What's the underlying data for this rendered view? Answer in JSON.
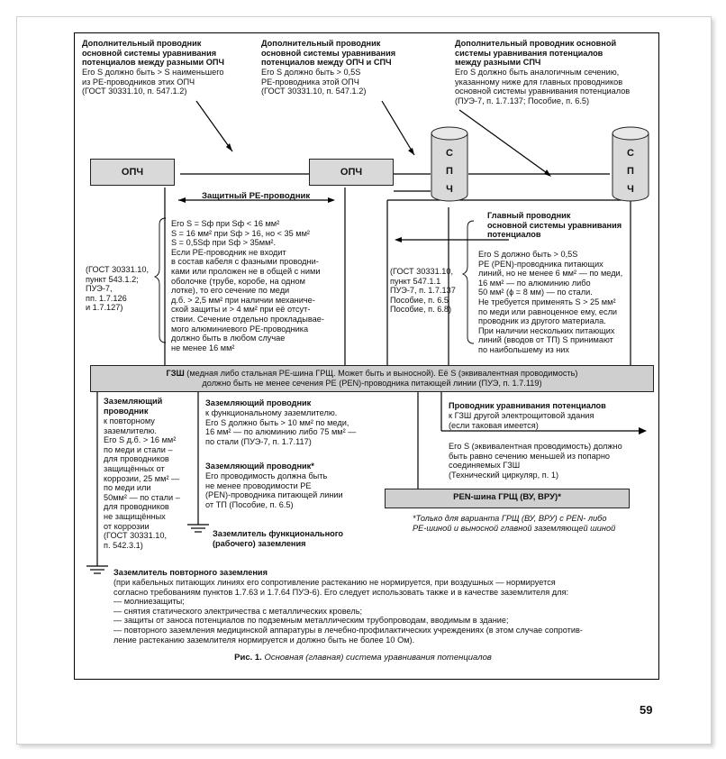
{
  "col1": {
    "head": [
      "Дополнительный проводник",
      "основной системы уравнивания",
      "потенциалов между разными ОПЧ"
    ],
    "body": [
      "Его S должно быть > S наименьшего",
      "из PE-проводников этих ОПЧ",
      "(ГОСТ 30331.10, п. 547.1.2)"
    ]
  },
  "col2": {
    "head": [
      "Дополнительный проводник",
      "основной системы уравнивания",
      "потенциалов между ОПЧ и СПЧ"
    ],
    "body": [
      "Его S должно быть > 0,5S",
      "PE-проводника этой ОПЧ",
      "(ГОСТ 30331.10, п. 547.1.2)"
    ]
  },
  "col3": {
    "head": [
      "Дополнительный проводник основной",
      "системы уравнивания потенциалов",
      "между разными СПЧ"
    ],
    "body": [
      "Его S должно быть аналогичным сечению,",
      "указанному ниже для главных проводников",
      "основной системы уравнивания потенциалов",
      "(ПУЭ-7, п. 1.7.137; Пособие, п. 6.5)"
    ]
  },
  "opch_label": "ОПЧ",
  "spch_label": [
    "С",
    "П",
    "Ч"
  ],
  "pe_label": "Защитный PE-проводник",
  "gost_left": [
    "(ГОСТ 30331.10,",
    "пункт 543.1.2;",
    "ПУЭ-7,",
    "пп. 1.7.126",
    "и 1.7.127)"
  ],
  "pe_rules": [
    "Его S = Sф при Sф < 16 мм²",
    "S = 16 мм² при Sф > 16, но < 35 мм²",
    "S = 0,5Sф при Sф > 35мм².",
    "Если PE-проводник не входит",
    "в состав кабеля с фазными проводни-",
    "ками или проложен не в общей с ними",
    "оболочке (трубе, коробе,  на одном",
    "лотке), то его сечение по меди",
    "д.б. > 2,5 мм² при наличии механиче-",
    "ской защиты и > 4 мм² при её отсут-",
    "ствии. Сечение отдельно прокладывае-",
    "мого алюминиевого PE-проводника",
    "должно быть в любом случае",
    "не менее 16 мм²"
  ],
  "gost_mid": [
    "(ГОСТ 30331.10,",
    "пункт 547.1.1",
    "ПУЭ-7, п. 1.7.137",
    "Пособие, п. 6.5",
    "Пособие, п. 6.8)"
  ],
  "main_head": [
    "Главный проводник",
    "основной системы уравнивания",
    "потенциалов"
  ],
  "main_body": [
    "Его S должно быть > 0,5S",
    "PE (PEN)-проводника питающих",
    "линий, но не менее 6 мм² — по меди,",
    "16 мм² — по алюминию либо",
    "50 мм² (ϕ = 8 мм) — по стали.",
    "Не требуется применять S > 25 мм²",
    "по меди или равноценное ему, если",
    "проводник из другого материала.",
    "При наличии нескольких питающих",
    "линий (вводов от ТП) S принимают",
    "по наибольшему из них"
  ],
  "gzsh": {
    "line1_bold": "ГЗШ",
    "line1": " (медная либо стальная PE-шина ГРЩ. Может быть и выносной). Её S (эквивалентная проводимость)",
    "line2": "должно быть не менее сечения PE (PEN)-проводника  питающей линии (ПУЭ, п. 1.7.119)"
  },
  "ground_cond": {
    "head": [
      "Заземляющий",
      "проводник"
    ],
    "body": [
      "к повторному",
      "заземлителю.",
      "Его S д.б. > 16 мм²",
      "по меди и стали –",
      "для проводников",
      "защищённых от",
      "коррозии, 25 мм² —",
      "по меди или",
      "50мм² — по стали –",
      "для проводников",
      "не защищённых",
      "от коррозии",
      "(ГОСТ 30331.10,",
      "п. 542.3.1)"
    ]
  },
  "func_cond": {
    "head": "Заземляющий проводник",
    "body": [
      "к функциональному заземлителю.",
      "Его S должно быть > 10 мм² по меди,",
      "16 мм² — по алюминию либо 75 мм² —",
      "по стали (ПУЭ-7, п. 1.7.117)"
    ],
    "head2": "Заземляющий проводник*",
    "body2": [
      "Его проводимость должна быть",
      "не менее проводимости PE",
      "(PEN)-проводника питающей линии",
      "от ТП (Пособие, п. 6.5)"
    ]
  },
  "func_earth": [
    "Заземлитель функционального",
    "(рабочего) заземления"
  ],
  "equal_cond": {
    "head": "Проводник уравнивания потенциалов",
    "body": [
      "к ГЗШ другой электрощитовой здания",
      "(если таковая имеется)"
    ],
    "body2": [
      "Его S (эквивалентная проводимость) должно",
      "быть равно сечению меньшей из попарно",
      "соединяемых ГЗШ",
      "(Технический циркуляр, п. 1)"
    ]
  },
  "pen_bar": "PEN-шина  ГРЩ (ВУ, ВРУ)*",
  "footnote": [
    "*Только для варианта ГРЩ (ВУ, ВРУ)  с PEN- либо",
    "PE-шиной и выносной главной заземляющей шиной"
  ],
  "repeat_earth": {
    "head": "Заземлитель повторного заземления",
    "body": [
      "(при кабельных питающих линиях его сопротивление растеканию не нормируется, при воздушных — нормируется",
      "согласно требованиям пунктов 1.7.63 и 1.7.64 ПУЭ-6). Его следует использовать также и в качестве заземлителя для:",
      "— молниезащиты;",
      "— снятия статического электричества с металлических кровель;",
      "— защиты от заноса потенциалов по подземным металлическим трубопроводам, вводимым в здание;",
      "— повторного заземления медицинской аппаратуры в лечебно-профилактических учреждениях (в этом случае сопротив-",
      "   ление растеканию заземлителя нормируется и должно быть не более 10 Ом)."
    ]
  },
  "caption_bold": "Рис. 1.",
  "caption": " Основная (главная) система уравнивания потенциалов",
  "page_number": "59"
}
